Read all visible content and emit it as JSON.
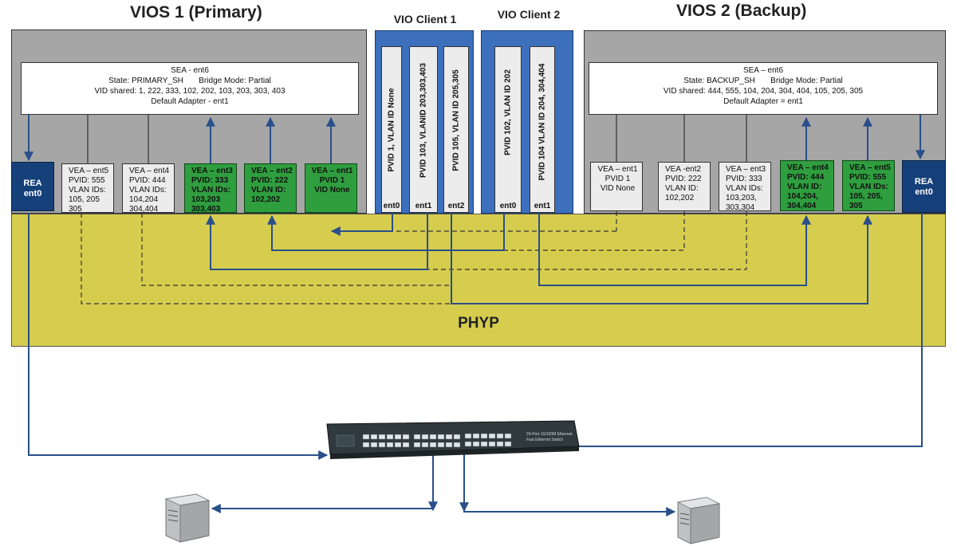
{
  "vios1": {
    "title": "VIOS 1 (Primary)",
    "sea": {
      "line1": "SEA - ent6",
      "line2": "State: PRIMARY_SH       Bridge Mode: Partial",
      "line3": "VID shared: 1, 222, 333, 102, 202, 103, 203, 303, 403",
      "line4": "Default Adapter - ent1"
    },
    "rea": {
      "l1": "REA",
      "l2": "ent0"
    },
    "veas": [
      {
        "l1": "VEA – ent5",
        "l2": "PVID: 555",
        "l3": "VLAN IDs:",
        "l4": "105, 205",
        "l5": "305"
      },
      {
        "l1": "VEA – ent4",
        "l2": "PVID: 444",
        "l3": "VLAN IDs:",
        "l4": "104,204",
        "l5": "304,404"
      },
      {
        "l1": "VEA – ent3",
        "l2": "PVID: 333",
        "l3": "VLAN IDs:",
        "l4": "103,203",
        "l5": "303,403"
      },
      {
        "l1": "VEA – ent2",
        "l2": "PVID: 222",
        "l3": "VLAN ID:",
        "l4": "102,202",
        "l5": ""
      },
      {
        "l1": "VEA – ent1",
        "l2": "PVID 1",
        "l3": "VID None",
        "l4": "",
        "l5": ""
      }
    ]
  },
  "vios2": {
    "title": "VIOS 2 (Backup)",
    "sea": {
      "line1": "SEA – ent6",
      "line2": "State: BACKUP_SH       Bridge Mode: Partial",
      "line3": "VID shared: 444, 555, 104, 204, 304, 404, 105, 205, 305",
      "line4": "Default Adapter = ent1"
    },
    "rea": {
      "l1": "REA",
      "l2": "ent0"
    },
    "veas": [
      {
        "l1": "VEA – ent1",
        "l2": "PVID 1",
        "l3": "VID None",
        "l4": "",
        "l5": ""
      },
      {
        "l1": "VEA -ent2",
        "l2": "PVID: 222",
        "l3": "VLAN ID:",
        "l4": "102,202",
        "l5": ""
      },
      {
        "l1": "VEA – ent3",
        "l2": "PVID: 333",
        "l3": "VLAN IDs:",
        "l4": "103,203,",
        "l5": "303,304"
      },
      {
        "l1": "VEA – ent4",
        "l2": "PVID: 444",
        "l3": "VLAN ID:",
        "l4": "104,204,",
        "l5": "304,404"
      },
      {
        "l1": "VEA – ent5",
        "l2": "PVID: 555",
        "l3": "VLAN IDs:",
        "l4": "105, 205,",
        "l5": "305"
      }
    ]
  },
  "client1": {
    "title": "VIO Client 1",
    "slots": [
      {
        "text": "PVID 1, VLAN ID None",
        "label": "ent0"
      },
      {
        "text": "PVID 103, VLANID 203,303,403",
        "label": "ent1"
      },
      {
        "text": "PVID 105, VLAN ID 205,305",
        "label": "ent2"
      }
    ]
  },
  "client2": {
    "title": "VIO Client 2",
    "slots": [
      {
        "text": "PVID 102, VLAN ID 202",
        "label": "ent0"
      },
      {
        "text": "PVID 104 VLAN ID 204, 304,404",
        "label": "ent1"
      }
    ]
  },
  "phyp": {
    "label": "PHYP"
  },
  "switch": {
    "label_l1": "24-Port 10/100M Ethernet",
    "label_l2": "Fast Ethernet Switch"
  },
  "colors": {
    "line": "#2a4f8a",
    "vios_bg": "#a6a6a6",
    "phyp_bg": "#d6cd4e",
    "client_bg": "#3c70bd",
    "vea_green": "#2f9e3f",
    "rea_bg": "#16407a"
  }
}
